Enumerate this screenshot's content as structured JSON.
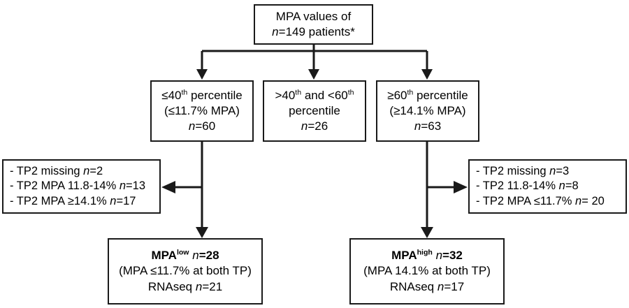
{
  "figure": {
    "type": "flowchart",
    "title": "MPA patient stratification flow diagram",
    "stroke_color": "#1a1a1a",
    "background_color": "#ffffff"
  },
  "nodes": {
    "root": {
      "name": "root-cohort",
      "lines": [
        {
          "text": "MPA values of"
        },
        {
          "prefix_italic": "n",
          "text": "=149 patients*"
        }
      ]
    },
    "low_percentile": {
      "name": "low-percentile-group",
      "lines": [
        {
          "text": "≤40",
          "sup": "th",
          "suffix": " percentile"
        },
        {
          "text": "(≤11.7% MPA)"
        },
        {
          "prefix_italic": "n",
          "text": "=60"
        }
      ]
    },
    "mid_percentile": {
      "name": "mid-percentile-group",
      "lines": [
        {
          "text": ">40",
          "sup": "th",
          "suffix": " and <60",
          "sup2": "th"
        },
        {
          "text": "percentile"
        },
        {
          "prefix_italic": "n",
          "text": "=26"
        }
      ]
    },
    "high_percentile": {
      "name": "high-percentile-group",
      "lines": [
        {
          "text": "≥60",
          "sup": "th",
          "suffix": " percentile"
        },
        {
          "text": "(≥14.1% MPA)"
        },
        {
          "prefix_italic": "n",
          "text": "=63"
        }
      ]
    },
    "exclusions_left": {
      "name": "left-exclusions",
      "lines": [
        {
          "text": "- TP2 missing ",
          "italic": "n",
          "tail": "=2"
        },
        {
          "text": "- TP2 MPA 11.8-14% ",
          "italic": "n",
          "tail": "=13"
        },
        {
          "text": "- TP2 MPA ≥14.1% ",
          "italic": "n",
          "tail": "=17"
        }
      ]
    },
    "exclusions_right": {
      "name": "right-exclusions",
      "lines": [
        {
          "text": "- TP2 missing ",
          "italic": "n",
          "tail": "=3"
        },
        {
          "text": "- TP2 11.8-14% ",
          "italic": "n",
          "tail": "=8"
        },
        {
          "text": "- TP2 MPA ≤11.7% ",
          "italic": "n",
          "tail": "= 20"
        }
      ]
    },
    "mpa_low": {
      "name": "mpa-low-final",
      "lines": [
        {
          "bold": "MPA",
          "bold_sup": "low",
          "italic": " n",
          "bold_tail": "=28"
        },
        {
          "text": "(MPA ≤11.7% at both TP)"
        },
        {
          "text": "RNAseq ",
          "italic": "n",
          "tail": "=21"
        }
      ]
    },
    "mpa_high": {
      "name": "mpa-high-final",
      "lines": [
        {
          "bold": "MPA",
          "bold_sup": "high",
          "italic": " n",
          "bold_tail": "=32"
        },
        {
          "text": "(MPA 14.1% at both TP)"
        },
        {
          "text": "RNAseq ",
          "italic": "n",
          "tail": "=17"
        }
      ]
    }
  },
  "connectors": [
    {
      "name": "root-to-low",
      "from": "root",
      "to": "low_percentile",
      "arrow": "down"
    },
    {
      "name": "root-to-mid",
      "from": "root",
      "to": "mid_percentile",
      "arrow": "down"
    },
    {
      "name": "root-to-high",
      "from": "root",
      "to": "high_percentile",
      "arrow": "down"
    },
    {
      "name": "low-to-mpalow",
      "from": "low_percentile",
      "to": "mpa_low",
      "arrow": "down"
    },
    {
      "name": "low-to-exclusions-left",
      "from": "low_percentile",
      "to": "exclusions_left",
      "arrow": "left"
    },
    {
      "name": "high-to-mpahigh",
      "from": "high_percentile",
      "to": "mpa_high",
      "arrow": "down"
    },
    {
      "name": "high-to-exclusions-right",
      "from": "high_percentile",
      "to": "exclusions_right",
      "arrow": "right"
    }
  ]
}
